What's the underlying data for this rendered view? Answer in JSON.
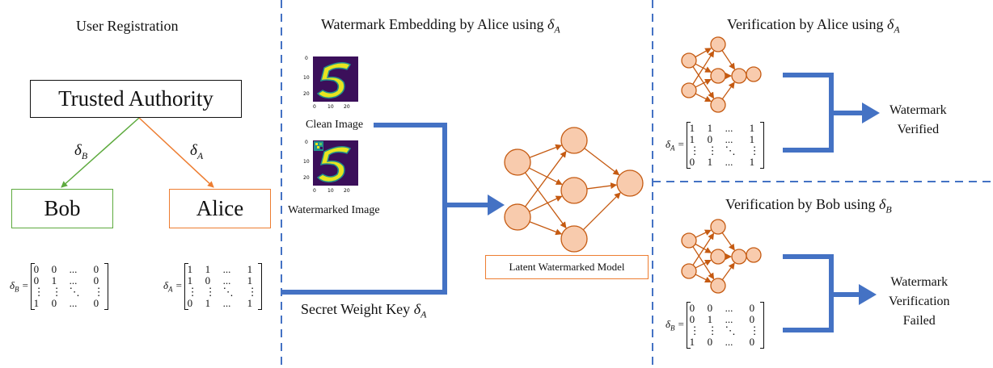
{
  "columns": {
    "registration_title": "User Registration",
    "embedding_title_prefix": "Watermark Embedding by Alice using ",
    "verify_alice_title_prefix": "Verification by Alice using ",
    "verify_bob_title_prefix": "Verification by Bob using "
  },
  "symbols": {
    "delta": "δ",
    "sub_a": "A",
    "sub_b": "B"
  },
  "registration": {
    "authority_label": "Trusted Authority",
    "bob_label": "Bob",
    "alice_label": "Alice",
    "edge_bob_label": "δ",
    "edge_alice_label": "δ"
  },
  "embedding": {
    "clean_image_label": "Clean Image",
    "watermarked_image_label": "Watermarked Image",
    "secret_key_label_prefix": "Secret Weight Key ",
    "model_label": "Latent Watermarked Model",
    "image_ticks_y": [
      "0",
      "10",
      "20"
    ],
    "image_ticks_x": [
      "0",
      "10",
      "20"
    ]
  },
  "matrices": {
    "delta_a": [
      [
        "1",
        "1",
        "...",
        "1"
      ],
      [
        "1",
        "0",
        "...",
        "1"
      ],
      [
        "⋮",
        "⋮",
        "⋱",
        "⋮"
      ],
      [
        "0",
        "1",
        "...",
        "1"
      ]
    ],
    "delta_b": [
      [
        "0",
        "0",
        "...",
        "0"
      ],
      [
        "0",
        "1",
        "...",
        "0"
      ],
      [
        "⋮",
        "⋮",
        "⋱",
        "⋮"
      ],
      [
        "1",
        "0",
        "...",
        "0"
      ]
    ]
  },
  "results": {
    "alice_result": [
      "Watermark",
      "Verified"
    ],
    "bob_result": [
      "Watermark",
      "Verification",
      "Failed"
    ]
  },
  "colors": {
    "divider": "#4472c4",
    "flow_arrow": "#4472c4",
    "bob": "#5daa3e",
    "alice": "#ed7d31",
    "neuron_fill": "#f8cbad",
    "neuron_edge": "#c55a11",
    "image_bg": "#3b0f5a",
    "digit": "#e8e420"
  }
}
